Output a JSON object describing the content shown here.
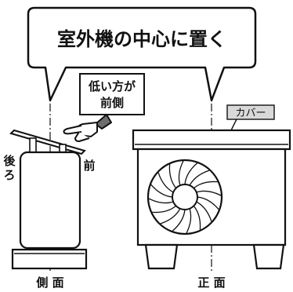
{
  "callout": {
    "text": "室外機の中心に置く"
  },
  "hand_note": {
    "line1": "低い方が",
    "line2": "前側"
  },
  "cover_label": "カバー",
  "side_view": {
    "back_label_1": "後",
    "back_label_2": "ろ",
    "front_label": "前",
    "caption": "側 面"
  },
  "front_view": {
    "caption": "正 面"
  },
  "colors": {
    "ink": "#111111",
    "fill": "#ffffff",
    "grey": "#d9d9d9"
  }
}
